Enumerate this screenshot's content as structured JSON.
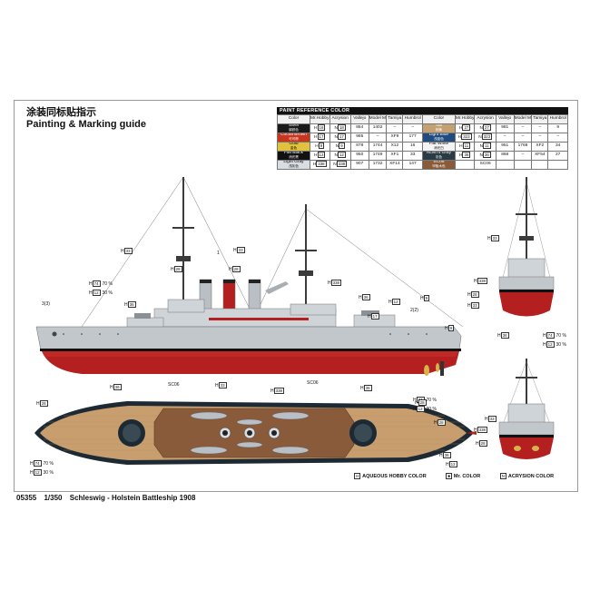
{
  "heading": {
    "cn": "涂装同标贴指示",
    "en": "Painting & Marking guide"
  },
  "paint_table": {
    "title": "PAINT REFERENCE COLOR",
    "headers": [
      "Color",
      "Mr.Hobby",
      "Acrysion",
      "Vallejo",
      "Model Master",
      "Tamiya",
      "Humbrol"
    ],
    "left": [
      {
        "name": "Steel",
        "cn": "钢铁色",
        "bg": "#1a1a1a",
        "fg": "#ffffff",
        "hobby": "18",
        "acry": "18",
        "vallejo": "864",
        "mm": "1402",
        "tamiya": "–",
        "humbrol": "–"
      },
      {
        "name": "Cocoa Brown",
        "cn": "可可棕",
        "bg": "#c8361e",
        "fg": "#ffffff",
        "hobby": "17",
        "acry": "17",
        "vallejo": "985",
        "mm": "–",
        "tamiya": "XF9",
        "humbrol": "177"
      },
      {
        "name": "Gold",
        "cn": "金色",
        "bg": "#e2c23c",
        "fg": "#000000",
        "hobby": "9",
        "acry": "9",
        "vallejo": "878",
        "mm": "1744",
        "tamiya": "X12",
        "humbrol": "16"
      },
      {
        "name": "Flat Black",
        "cn": "消光黑",
        "bg": "#111111",
        "fg": "#ffffff",
        "hobby": "12",
        "acry": "12",
        "vallejo": "950",
        "mm": "1749",
        "tamiya": "XF1",
        "humbrol": "33"
      },
      {
        "name": "Light Gray",
        "cn": "浅灰色",
        "bg": "#d7dde3",
        "fg": "#000000",
        "hobby": "338",
        "acry": "338",
        "vallejo": "907",
        "mm": "1732",
        "tamiya": "XF14",
        "humbrol": "147"
      }
    ],
    "right": [
      {
        "name": "Tan",
        "cn": "棕黄",
        "bg": "#c4a173",
        "fg": "#ffffff",
        "hobby": "27",
        "acry": "27",
        "vallejo": "981",
        "mm": "–",
        "tamiya": "–",
        "humbrol": "9"
      },
      {
        "name": "Light Blue",
        "cn": "浅蓝色",
        "bg": "#1f4b7e",
        "fg": "#ffffff",
        "hobby": "323",
        "acry": "323",
        "vallejo": "–",
        "mm": "–",
        "tamiya": "–",
        "humbrol": "–"
      },
      {
        "name": "Flat White",
        "cn": "消光白",
        "bg": "#f4f4f4",
        "fg": "#000000",
        "hobby": "11",
        "acry": "11",
        "vallejo": "951",
        "mm": "1768",
        "tamiya": "XF2",
        "humbrol": "34"
      },
      {
        "name": "RLM74 Gray",
        "cn": "灰色",
        "bg": "#2b3b45",
        "fg": "#ffffff",
        "hobby": "36",
        "acry": "36",
        "vallejo": "868",
        "mm": "–",
        "tamiya": "XF54",
        "humbrol": "27"
      },
      {
        "name": "SC06",
        "cn": "甲板木色",
        "bg": "#8a5b3b",
        "fg": "#ffffff",
        "hobby": "",
        "acry": "SC06",
        "vallejo": "",
        "mm": "",
        "tamiya": "",
        "humbrol": ""
      }
    ]
  },
  "callouts_side": [
    {
      "name": "c-1",
      "a": "H",
      "b": "33",
      "t": ""
    },
    {
      "name": "c-2",
      "a": "H",
      "b": "33",
      "t": ""
    },
    {
      "name": "c-3",
      "a": "H",
      "b": "28",
      "t": ""
    },
    {
      "name": "c-4",
      "a": "H",
      "b": "74",
      "t": "70 %"
    },
    {
      "name": "c-5",
      "a": "H",
      "b": "12",
      "t": "30 %"
    },
    {
      "name": "c-6",
      "a": "H",
      "b": "36",
      "t": ""
    },
    {
      "name": "c-7",
      "a": "H",
      "b": "28",
      "t": ""
    },
    {
      "name": "c-8",
      "a": "H",
      "b": "338",
      "t": ""
    },
    {
      "name": "c-9",
      "a": "H",
      "b": "36",
      "t": ""
    },
    {
      "name": "c-10",
      "a": "H",
      "b": "12",
      "t": ""
    },
    {
      "name": "c-11",
      "a": "H",
      "b": "9",
      "t": ""
    },
    {
      "name": "c-12",
      "a": "H",
      "b": "17",
      "t": ""
    },
    {
      "name": "c-13",
      "a": "H",
      "b": "9",
      "t": ""
    }
  ],
  "side_labels": {
    "l1": "1",
    "l2": "2(2)",
    "l3": "3(3)"
  },
  "callouts_top": [
    {
      "name": "t-1",
      "a": "H",
      "b": "36",
      "t": ""
    },
    {
      "name": "t-2",
      "a": "H",
      "b": "28",
      "t": ""
    },
    {
      "name": "t-3",
      "a": "H",
      "b": "33",
      "t": ""
    },
    {
      "name": "t-4",
      "a": "H",
      "b": "338",
      "t": ""
    },
    {
      "name": "t-5",
      "a": "H",
      "b": "36",
      "t": ""
    },
    {
      "name": "t-6",
      "a": "H",
      "b": "74",
      "t": "70 %"
    },
    {
      "name": "t-7",
      "a": "H",
      "b": "12",
      "t": "30 %"
    },
    {
      "name": "t-8",
      "a": "H",
      "b": "74",
      "t": "70 %"
    },
    {
      "name": "t-9",
      "a": "H",
      "b": "12",
      "t": "30 %"
    },
    {
      "name": "t-10",
      "a": "H",
      "b": "28",
      "t": ""
    },
    {
      "name": "t-11",
      "a": "H",
      "b": "28",
      "t": ""
    },
    {
      "name": "t-12",
      "a": "H",
      "b": "36",
      "t": ""
    },
    {
      "name": "t-13",
      "a": "H",
      "b": "12",
      "t": ""
    }
  ],
  "top_labels": {
    "sc1": "SC06",
    "sc2": "SC06"
  },
  "callouts_front": [
    {
      "name": "f-1",
      "a": "H",
      "b": "33",
      "t": ""
    },
    {
      "name": "f-2",
      "a": "H",
      "b": "338",
      "t": ""
    },
    {
      "name": "f-3",
      "a": "H",
      "b": "28",
      "t": ""
    },
    {
      "name": "f-4",
      "a": "H",
      "b": "33",
      "t": ""
    },
    {
      "name": "f-5",
      "a": "H",
      "b": "36",
      "t": ""
    },
    {
      "name": "f-6",
      "a": "H",
      "b": "74",
      "t": "70 %"
    },
    {
      "name": "f-7",
      "a": "H",
      "b": "12",
      "t": "30 %"
    }
  ],
  "callouts_rear": [
    {
      "name": "r-1",
      "a": "H",
      "b": "33",
      "t": ""
    },
    {
      "name": "r-2",
      "a": "H",
      "b": "338",
      "t": ""
    },
    {
      "name": "r-3",
      "a": "H",
      "b": "28",
      "t": ""
    }
  ],
  "legend": {
    "h_key": "H",
    "h_text": "AQUEOUS HOBBY COLOR",
    "m_key": "■",
    "m_text": "Mr. COLOR",
    "n_key": "N",
    "n_text": "ACRYSION COLOR"
  },
  "caption": {
    "code": "05355",
    "scale": "1/350",
    "title": "Schleswig - Holstein Battleship 1908"
  },
  "colors": {
    "hull_red": "#b3201f",
    "hull_gray": "#c2c7cc",
    "deck_wood": "#c89e6f",
    "deck_brown": "#8a5b3b",
    "dark": "#1e2a33"
  }
}
